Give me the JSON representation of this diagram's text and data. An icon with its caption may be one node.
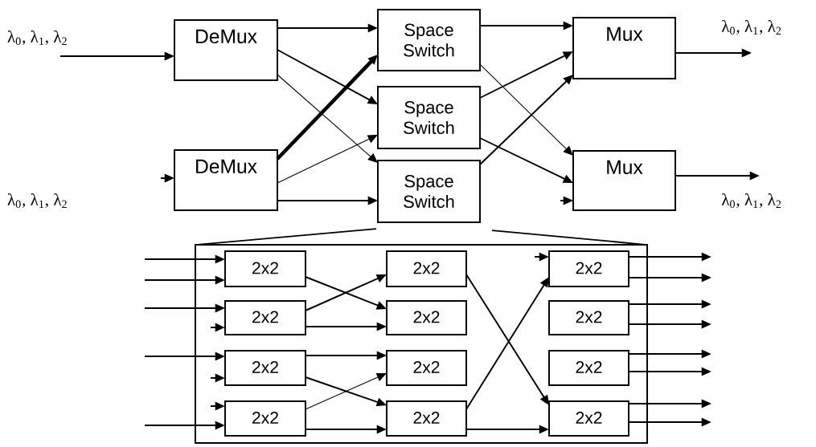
{
  "diagram": {
    "nodes": [
      {
        "text": [
          "DeMux"
        ]
      },
      {
        "text": [
          "DeMux"
        ]
      },
      {
        "text": [
          "Space Switch"
        ]
      },
      {
        "text": [
          "Space Switch"
        ]
      },
      {
        "text": [
          "Space Switch"
        ]
      },
      {
        "text": [
          "Mux"
        ]
      },
      {
        "text": [
          "Mux"
        ]
      },
      {
        "text": [],
        "shape": "box"
      },
      {
        "text": [
          "2x2"
        ],
        "in": 7
      },
      {
        "text": [
          "2x2"
        ],
        "in": 7
      },
      {
        "text": [
          "2x2"
        ],
        "in": 7
      },
      {
        "text": [
          "2x2"
        ],
        "in": 7
      },
      {
        "text": [
          "2x2"
        ],
        "in": 7
      },
      {
        "text": [
          "2x2"
        ],
        "in": 7
      },
      {
        "text": [
          "2x2"
        ],
        "in": 7
      },
      {
        "text": [
          "2x2"
        ],
        "in": 7
      },
      {
        "text": [
          "2x2"
        ],
        "in": 7
      },
      {
        "text": [
          "2x2"
        ],
        "in": 7
      },
      {
        "text": [
          "2x2"
        ],
        "in": 7
      },
      {
        "text": [
          "2x2"
        ],
        "in": 7
      }
    ],
    "edges": [
      {
        "from": null,
        "to": 0,
        "arrow": "to"
      },
      {
        "from": null,
        "to": 1,
        "arrow": "to"
      },
      {
        "from": 0,
        "to": 2,
        "arrow": "to"
      },
      {
        "from": 0,
        "to": 3,
        "arrow": "to"
      },
      {
        "from": 0,
        "to": 4,
        "arrow": "to"
      },
      {
        "from": 1,
        "to": 2,
        "arrow": "to",
        "style": "thick"
      },
      {
        "from": 1,
        "to": 3,
        "arrow": "to"
      },
      {
        "from": 1,
        "to": 4,
        "arrow": "to"
      },
      {
        "from": 2,
        "to": 5,
        "arrow": "to"
      },
      {
        "from": 2,
        "to": 6,
        "arrow": "to"
      },
      {
        "from": 3,
        "to": 5,
        "arrow": "to"
      },
      {
        "from": 3,
        "to": 6,
        "arrow": "to"
      },
      {
        "from": 4,
        "to": 5,
        "arrow": "to"
      },
      {
        "from": null,
        "to": 6,
        "arrow": "to"
      },
      {
        "from": 5,
        "to": null,
        "arrow": "to"
      },
      {
        "from": 6,
        "to": null,
        "arrow": "to"
      },
      {
        "from": null,
        "to": 8,
        "arrow": "to"
      },
      {
        "from": null,
        "to": 8,
        "arrow": "to"
      },
      {
        "from": null,
        "to": 9,
        "arrow": "to"
      },
      {
        "from": null,
        "to": 9,
        "arrow": "to"
      },
      {
        "from": null,
        "to": 10,
        "arrow": "to"
      },
      {
        "from": null,
        "to": 10,
        "arrow": "to"
      },
      {
        "from": null,
        "to": 11,
        "arrow": "to"
      },
      {
        "from": null,
        "to": 11,
        "arrow": "to"
      },
      {
        "from": 8,
        "to": 13,
        "arrow": "to"
      },
      {
        "from": 9,
        "to": 12,
        "arrow": "to"
      },
      {
        "from": 9,
        "to": 13,
        "arrow": "to"
      },
      {
        "from": 10,
        "to": 14,
        "arrow": "to"
      },
      {
        "from": 10,
        "to": 15,
        "arrow": "to"
      },
      {
        "from": 11,
        "to": 14,
        "arrow": "to"
      },
      {
        "from": 11,
        "to": 15,
        "arrow": "to"
      },
      {
        "from": null,
        "to": 16,
        "arrow": "to"
      },
      {
        "from": 12,
        "to": 19,
        "arrow": "to"
      },
      {
        "from": 15,
        "to": 16,
        "arrow": "to"
      },
      {
        "from": 15,
        "to": 19,
        "arrow": "to"
      },
      {
        "from": 16,
        "to": null,
        "arrow": "to"
      },
      {
        "from": 16,
        "to": null,
        "arrow": "to"
      },
      {
        "from": 17,
        "to": null,
        "arrow": "to"
      },
      {
        "from": 17,
        "to": null,
        "arrow": "to"
      },
      {
        "from": 18,
        "to": null,
        "arrow": "to"
      },
      {
        "from": 18,
        "to": null,
        "arrow": "to"
      },
      {
        "from": 19,
        "to": null,
        "arrow": "to"
      },
      {
        "from": 19,
        "to": null,
        "arrow": "to"
      }
    ],
    "labels": [
      "λ$_{0}$, λ$_{1}$, λ$_{2}$",
      "λ$_{0}$, λ$_{1}$, λ$_{2}$",
      "λ$_{0}$, λ$_{1}$, λ$_{2}$",
      "λ$_{0}$, λ$_{1}$, λ$_{2}$"
    ]
  }
}
